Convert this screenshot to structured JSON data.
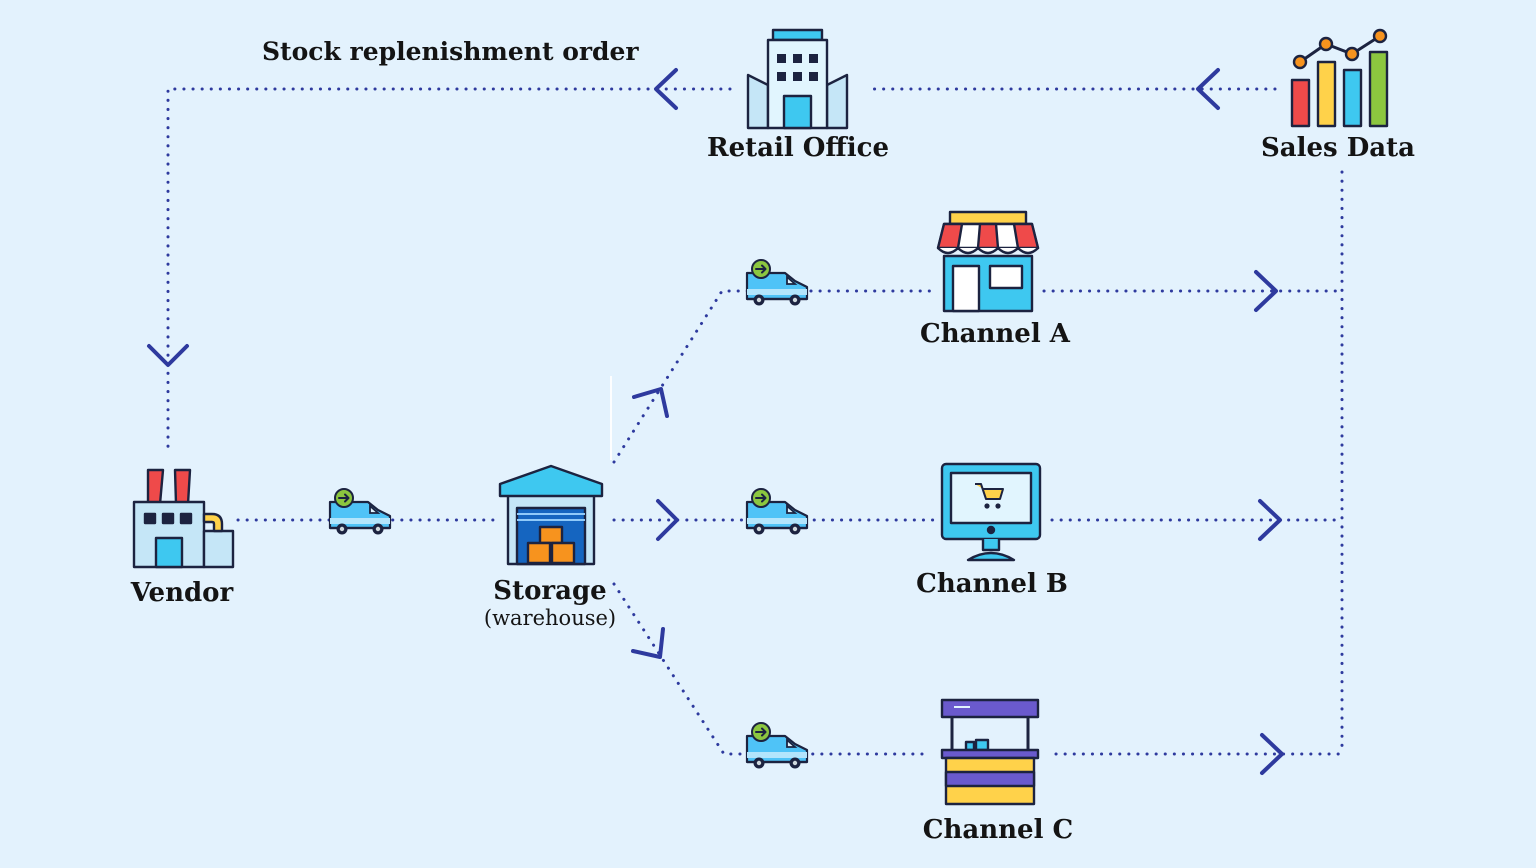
{
  "title": "Stock replenishment order",
  "nodes": {
    "vendor": {
      "label": "Vendor",
      "icon": "factory-icon"
    },
    "storage": {
      "label": "Storage",
      "sublabel": "(warehouse)",
      "icon": "warehouse-icon"
    },
    "retail_office": {
      "label": "Retail Office",
      "icon": "office-building-icon"
    },
    "sales_data": {
      "label": "Sales Data",
      "icon": "bar-chart-icon"
    },
    "channel_a": {
      "label": "Channel A",
      "icon": "storefront-icon"
    },
    "channel_b": {
      "label": "Channel B",
      "icon": "computer-cart-icon"
    },
    "channel_c": {
      "label": "Channel C",
      "icon": "kiosk-stall-icon"
    }
  },
  "edges": [
    {
      "from": "sales_data",
      "to": "retail_office",
      "style": "dotted",
      "arrow": "chevron"
    },
    {
      "from": "retail_office",
      "to": "vendor",
      "style": "dotted",
      "arrow": "chevron"
    },
    {
      "from": "vendor",
      "to": "storage",
      "style": "dotted",
      "vehicle": "delivery-van-icon"
    },
    {
      "from": "storage",
      "to": "channel_a",
      "style": "dotted",
      "arrow": "chevron",
      "vehicle": "delivery-van-icon"
    },
    {
      "from": "storage",
      "to": "channel_b",
      "style": "dotted",
      "arrow": "chevron",
      "vehicle": "delivery-van-icon"
    },
    {
      "from": "storage",
      "to": "channel_c",
      "style": "dotted",
      "arrow": "chevron",
      "vehicle": "delivery-van-icon"
    },
    {
      "from": "channel_a",
      "to": "sales_data",
      "style": "dotted",
      "arrow": "chevron"
    },
    {
      "from": "channel_b",
      "to": "sales_data",
      "style": "dotted",
      "arrow": "chevron"
    },
    {
      "from": "channel_c",
      "to": "sales_data",
      "style": "dotted",
      "arrow": "chevron"
    }
  ],
  "colors": {
    "background": "#e3f2fd",
    "connector": "#2e3a9e",
    "outline": "#1c2340",
    "cyan": "#3ec8f0",
    "light_blue": "#c5e6f7",
    "red": "#ef4a4a",
    "yellow": "#ffd24a",
    "green": "#8cc63f",
    "orange": "#f7931e",
    "purple": "#6a5acd"
  }
}
